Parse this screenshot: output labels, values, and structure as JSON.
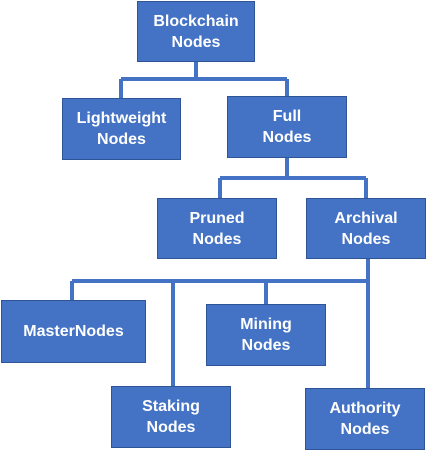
{
  "diagram": {
    "colors": {
      "node_fill": "#4472C4",
      "node_border": "#2F5597",
      "node_text": "#FFFFFF",
      "connector": "#4472C4"
    },
    "nodes": {
      "root": "Blockchain\nNodes",
      "lightweight": "Lightweight\nNodes",
      "full": "Full\nNodes",
      "pruned": "Pruned\nNodes",
      "archival": "Archival\nNodes",
      "masternodes": "MasterNodes",
      "mining": "Mining\nNodes",
      "staking": "Staking\nNodes",
      "authority": "Authority\nNodes"
    },
    "edges": [
      [
        "root",
        "lightweight"
      ],
      [
        "root",
        "full"
      ],
      [
        "full",
        "pruned"
      ],
      [
        "full",
        "archival"
      ],
      [
        "archival",
        "masternodes"
      ],
      [
        "archival",
        "mining"
      ],
      [
        "archival",
        "staking"
      ],
      [
        "archival",
        "authority"
      ]
    ]
  }
}
